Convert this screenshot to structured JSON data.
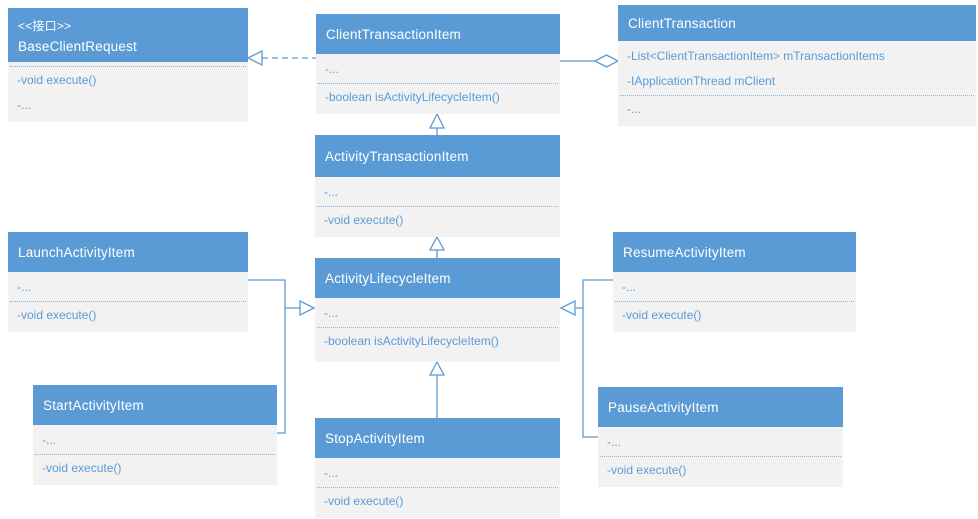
{
  "diagram_title": "ClientTransaction UML class diagram",
  "colors": {
    "header_fill": "#5b9bd5",
    "header_text": "#ffffff",
    "body_fill": "#f2f2f2",
    "member_text": "#5b9bd5",
    "connector": "#5b9bd5",
    "divider": "#8fb8e0"
  },
  "classes": {
    "base": {
      "stereotype": "<<接口>>",
      "name": "BaseClientRequest",
      "methods": [
        "-void execute()",
        "-..."
      ]
    },
    "cti": {
      "name": "ClientTransactionItem",
      "attributes": [
        "-..."
      ],
      "methods": [
        "-boolean isActivityLifecycleItem()"
      ]
    },
    "ct": {
      "name": "ClientTransaction",
      "attributes": [
        "-List<ClientTransactionItem> mTransactionItems",
        "-IApplicationThread mClient"
      ],
      "methods": [
        "-..."
      ]
    },
    "ati": {
      "name": "ActivityTransactionItem",
      "attributes": [
        "-..."
      ],
      "methods": [
        "-void execute()"
      ]
    },
    "ali": {
      "name": "ActivityLifecycleItem",
      "attributes": [
        "-..."
      ],
      "methods": [
        "-boolean isActivityLifecycleItem()"
      ]
    },
    "launch": {
      "name": "LaunchActivityItem",
      "attributes": [
        "-..."
      ],
      "methods": [
        "-void execute()"
      ]
    },
    "start": {
      "name": "StartActivityItem",
      "attributes": [
        "-..."
      ],
      "methods": [
        "-void execute()"
      ]
    },
    "resume": {
      "name": "ResumeActivityItem",
      "attributes": [
        "-..."
      ],
      "methods": [
        "-void execute()"
      ]
    },
    "pause": {
      "name": "PauseActivityItem",
      "attributes": [
        "-..."
      ],
      "methods": [
        "-void execute()"
      ]
    },
    "stop": {
      "name": "StopActivityItem",
      "attributes": [
        "-..."
      ],
      "methods": [
        "-void execute()"
      ]
    }
  },
  "relationships": [
    {
      "from": "ClientTransactionItem",
      "to": "BaseClientRequest",
      "type": "realization"
    },
    {
      "from": "ClientTransaction",
      "to": "ClientTransactionItem",
      "type": "aggregation"
    },
    {
      "from": "ActivityTransactionItem",
      "to": "ClientTransactionItem",
      "type": "generalization"
    },
    {
      "from": "ActivityLifecycleItem",
      "to": "ActivityTransactionItem",
      "type": "generalization"
    },
    {
      "from": "LaunchActivityItem",
      "to": "ActivityLifecycleItem",
      "type": "generalization"
    },
    {
      "from": "StartActivityItem",
      "to": "ActivityLifecycleItem",
      "type": "generalization"
    },
    {
      "from": "StopActivityItem",
      "to": "ActivityLifecycleItem",
      "type": "generalization"
    },
    {
      "from": "ResumeActivityItem",
      "to": "ActivityLifecycleItem",
      "type": "generalization"
    },
    {
      "from": "PauseActivityItem",
      "to": "ActivityLifecycleItem",
      "type": "generalization"
    }
  ]
}
